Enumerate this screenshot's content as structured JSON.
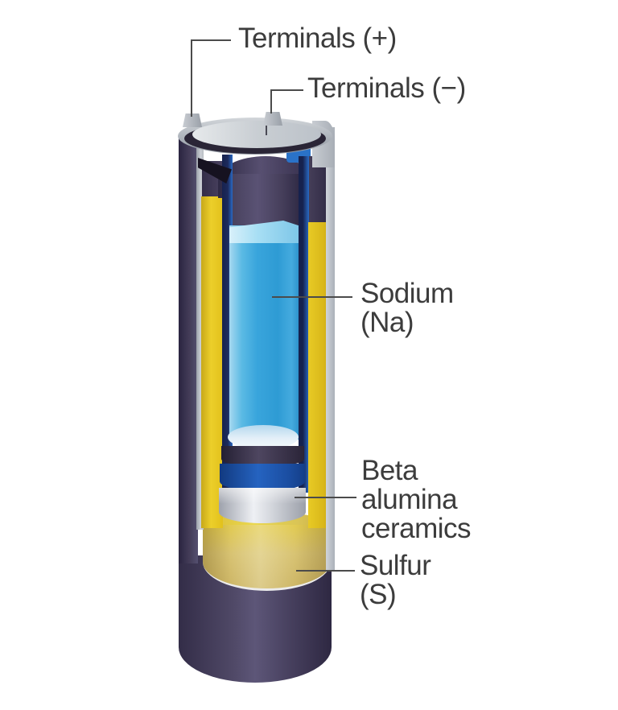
{
  "figure": {
    "type": "diagram",
    "subject": "Sodium-sulfur (NaS) battery cell cutaway",
    "labels": {
      "terminals_positive": "Terminals (+)",
      "terminals_negative": "Terminals (−)",
      "sodium_line1": "Sodium",
      "sodium_line2": "(Na)",
      "beta_alumina_line1": "Beta",
      "beta_alumina_line2": "alumina",
      "beta_alumina_line3": "ceramics",
      "sulfur_line1": "Sulfur",
      "sulfur_line2": "(S)"
    }
  },
  "colors": {
    "background": "#ffffff",
    "label_text": "#3c3c3c",
    "leader_line": "#4b4b4b",
    "casing_purple": "#453e5a",
    "casing_purple_light": "#5d5678",
    "casing_purple_dark": "#2a2440",
    "sulfur_yellow": "#e7c71f",
    "sulfur_tan": "#d5c06d",
    "sodium_blue": "#39a5dc",
    "sodium_highlight": "#a8dff4",
    "sodium_surface": "#dcebf6",
    "electrolyte_navy": "#1d2a5c",
    "electrolyte_blue": "#2563c0",
    "ceramic_silver": "#d4d7dd",
    "cap_gray": "#c3c8cd"
  }
}
